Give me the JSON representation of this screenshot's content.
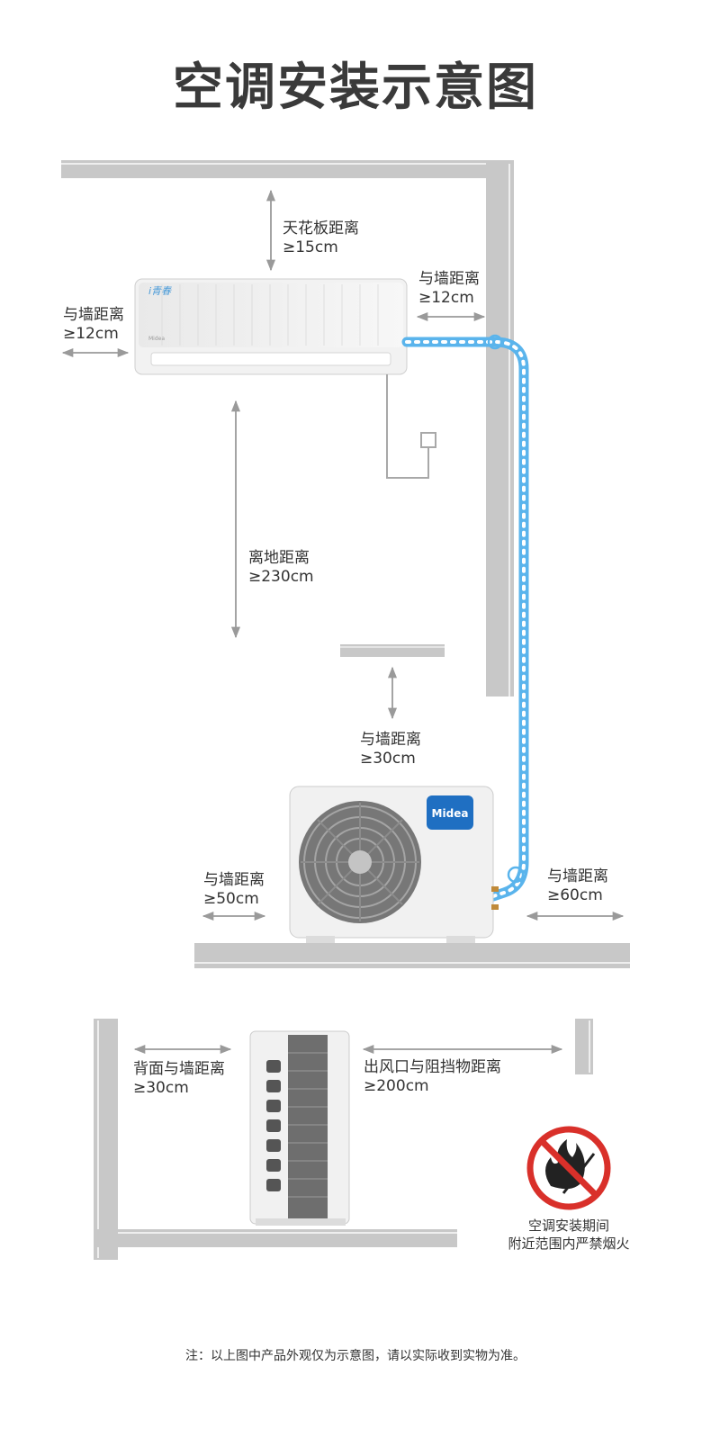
{
  "title": "空调安装示意图",
  "indoor_unit": {
    "badge": "i青春",
    "brand": "Midea",
    "clearances": {
      "ceiling": {
        "label": "天花板距离",
        "value": "≥15cm"
      },
      "wall_right": {
        "label": "与墙距离",
        "value": "≥12cm"
      },
      "wall_left": {
        "label": "与墙距离",
        "value": "≥12cm"
      },
      "floor": {
        "label": "离地距离",
        "value": "≥230cm"
      }
    }
  },
  "outdoor_unit": {
    "brand": "Midea",
    "clearances": {
      "back_wall": {
        "label": "与墙距离",
        "value": "≥30cm"
      },
      "left_wall": {
        "label": "与墙距离",
        "value": "≥50cm"
      },
      "right_wall": {
        "label": "与墙距离",
        "value": "≥60cm"
      }
    }
  },
  "side_view": {
    "back_wall": {
      "label": "背面与墙距离",
      "value": "≥30cm"
    },
    "outlet": {
      "label": "出风口与阻挡物距离",
      "value": "≥200cm"
    }
  },
  "warning": {
    "line1": "空调安装期间",
    "line2": "附近范围内严禁烟火"
  },
  "note": "注：以上图中产品外观仅为示意图，请以实际收到实物为准。",
  "colors": {
    "wall": "#c8c8c8",
    "pipe": "#5ab4ec",
    "brand_blue": "#1f6fc2",
    "no_sign": "#d9302a",
    "arrow": "#999999"
  }
}
